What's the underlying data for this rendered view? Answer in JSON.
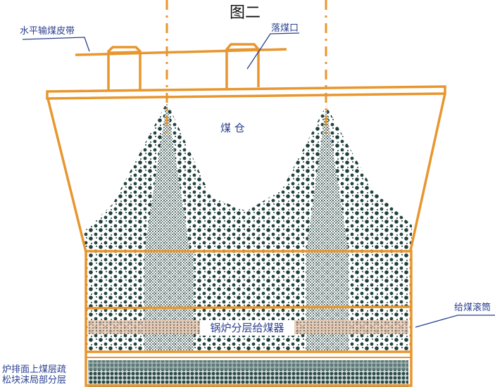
{
  "title": "图二",
  "labels": {
    "belt": "水平输煤皮带",
    "chute": "落煤口",
    "bunker": "煤 仓",
    "roller": "给煤滚筒",
    "feeder": "锅炉分层给煤器",
    "grate_line1": "炉排面上煤层疏",
    "grate_line2": "松块沫局部分层"
  },
  "colors": {
    "frame": "#e8962e",
    "coal": "#1f3f3c",
    "label": "#2a3f8f"
  }
}
